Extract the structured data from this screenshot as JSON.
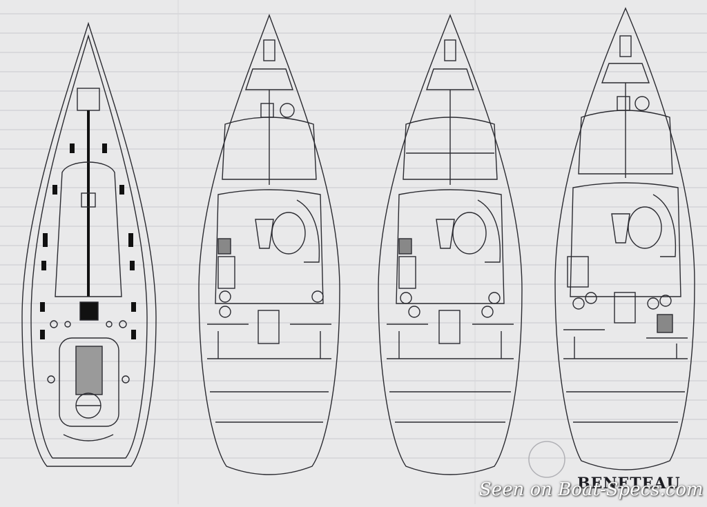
{
  "diagram": {
    "panels": [
      "deck-plan",
      "layout-a",
      "layout-b",
      "layout-c"
    ]
  },
  "brand": {
    "logo_text": "BENETEAU"
  },
  "watermark": {
    "text": "Seen on Boat-Specs.com"
  },
  "colors": {
    "paper": "#e9e9ea",
    "ink": "#2a2a30",
    "fill_dark": "#111111"
  }
}
